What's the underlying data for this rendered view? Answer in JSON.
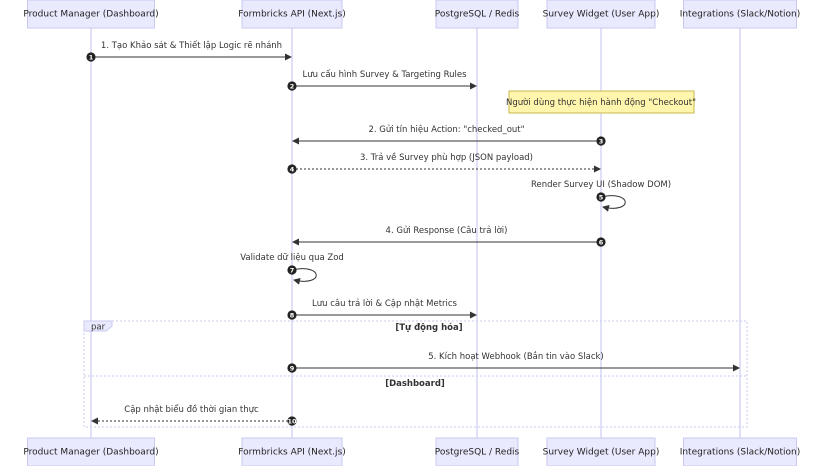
{
  "actors": [
    {
      "id": "pm",
      "label": "Product Manager (Dashboard)"
    },
    {
      "id": "api",
      "label": "Formbricks API (Next.js)"
    },
    {
      "id": "db",
      "label": "PostgreSQL / Redis"
    },
    {
      "id": "widget",
      "label": "Survey Widget (User App)"
    },
    {
      "id": "integ",
      "label": "Integrations (Slack/Notion)"
    }
  ],
  "messages": [
    {
      "num": "1",
      "from": "pm",
      "to": "api",
      "label": "1. Tạo Khảo sát & Thiết lập Logic rẽ nhánh",
      "style": "solid"
    },
    {
      "num": "2",
      "from": "api",
      "to": "db",
      "label": "Lưu cấu hình Survey & Targeting Rules",
      "style": "solid"
    },
    {
      "num": "3",
      "from": "widget",
      "to": "api",
      "label": "2. Gửi tín hiệu Action: \"checked_out\"",
      "style": "solid"
    },
    {
      "num": "4",
      "from": "api",
      "to": "widget",
      "label": "3. Trả về Survey phù hợp (JSON payload)",
      "style": "dotted"
    },
    {
      "num": "5",
      "from": "widget",
      "to": "widget",
      "label": "Render Survey UI (Shadow DOM)",
      "style": "self"
    },
    {
      "num": "6",
      "from": "widget",
      "to": "api",
      "label": "4. Gửi Response (Câu trả lời)",
      "style": "solid"
    },
    {
      "num": "7",
      "from": "api",
      "to": "api",
      "label": "Validate dữ liệu qua Zod",
      "style": "self"
    },
    {
      "num": "8",
      "from": "api",
      "to": "db",
      "label": "Lưu câu trả lời & Cập nhật Metrics",
      "style": "solid"
    },
    {
      "num": "9",
      "from": "api",
      "to": "integ",
      "label": "5. Kích hoạt Webhook (Bắn tin vào Slack)",
      "style": "solid"
    },
    {
      "num": "10",
      "from": "api",
      "to": "pm",
      "label": "Cập nhật biểu đồ thời gian thực",
      "style": "dotted"
    }
  ],
  "note": {
    "text": "Người dùng thực hiện hành động \"Checkout\""
  },
  "par_frame": {
    "keyword": "par",
    "sections": [
      "[Tự động hóa]",
      "[Dashboard]"
    ]
  }
}
